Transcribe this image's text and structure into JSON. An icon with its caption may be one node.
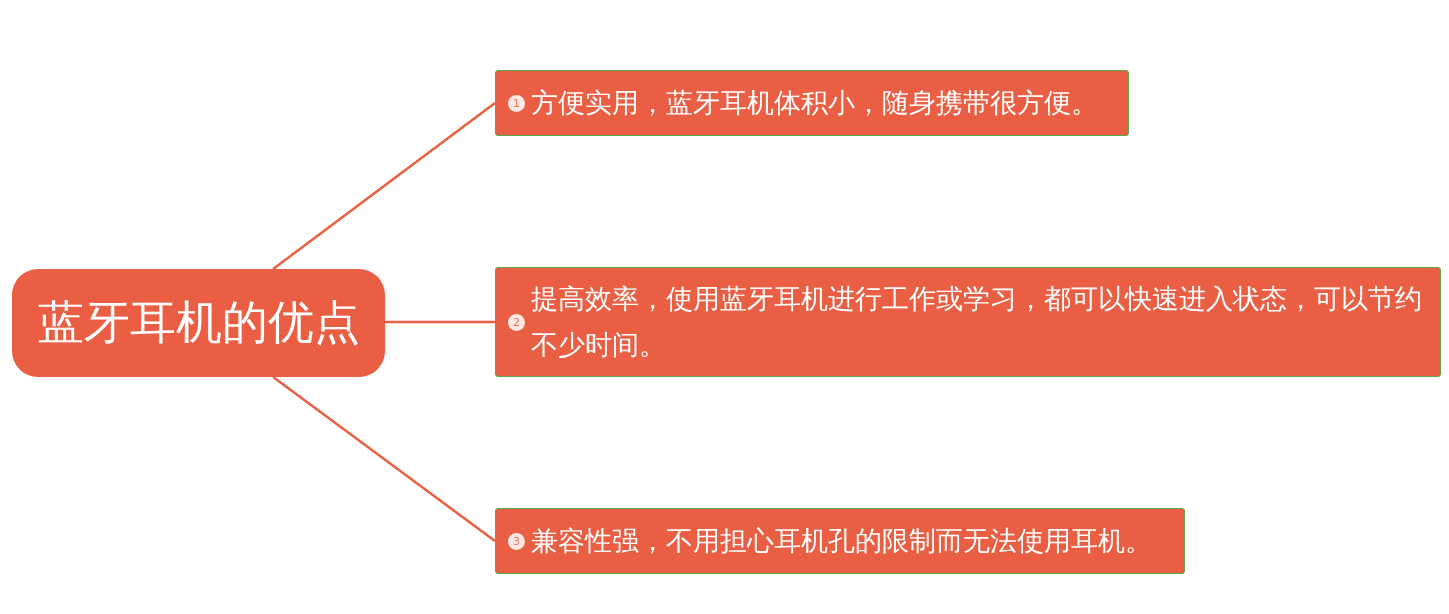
{
  "diagram": {
    "nodes": [
      {
        "text": [
          "蓝牙耳机的优点"
        ]
      },
      {
        "text": [
          "1",
          "方便实用，蓝牙耳机体积小，随身携带很方便。"
        ]
      },
      {
        "text": [
          "2",
          "提高效率，使用蓝牙耳机进行工作或学习，都可以快速进入状态，可以节约不少时间。"
        ]
      },
      {
        "text": [
          "3",
          "兼容性强，不用担心耳机孔的限制而无法使用耳机。"
        ]
      }
    ],
    "edges": [
      {
        "from": 0,
        "to": 1,
        "arrow": "none"
      },
      {
        "from": 0,
        "to": 2,
        "arrow": "none"
      },
      {
        "from": 0,
        "to": 3,
        "arrow": "none"
      }
    ]
  }
}
